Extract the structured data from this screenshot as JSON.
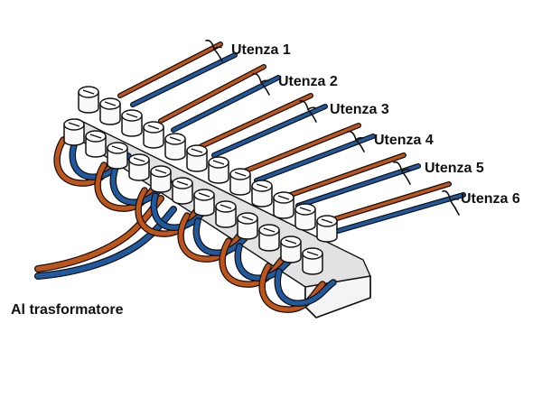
{
  "diagram": {
    "outputs": [
      {
        "label": "Utenza 1"
      },
      {
        "label": "Utenza 2"
      },
      {
        "label": "Utenza 3"
      },
      {
        "label": "Utenza 4"
      },
      {
        "label": "Utenza 5"
      },
      {
        "label": "Utenza 6"
      }
    ],
    "input_label": "Al trasformatore",
    "colors": {
      "live_wire": "#c0551a",
      "neutral_wire": "#1f5aa0",
      "outline": "#111111",
      "terminal_body": "#f4f4f4"
    }
  }
}
